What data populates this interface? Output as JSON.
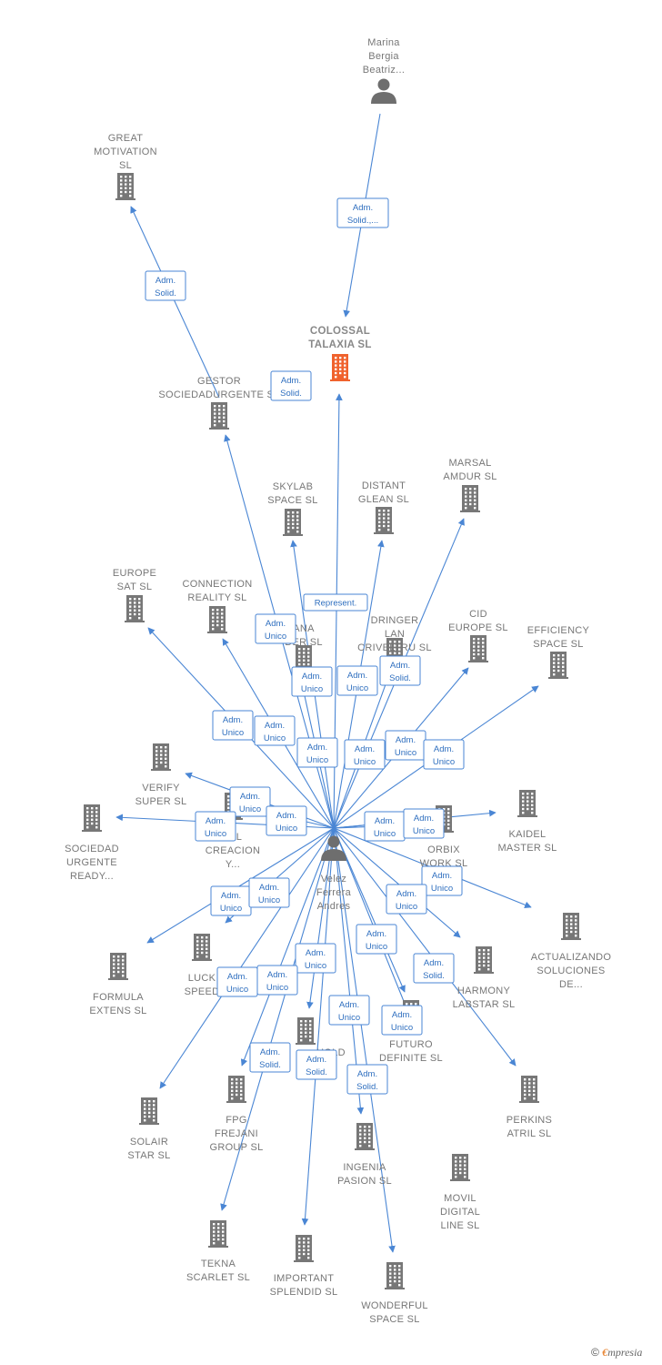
{
  "colors": {
    "edge": "#4a86d4",
    "building": "#777777",
    "main_building": "#f0622d",
    "person": "#6e6e6e"
  },
  "copyright": {
    "symbol": "©",
    "brand_e": "€",
    "brand_rest": "mpresia"
  },
  "nodes": [
    {
      "id": "marina",
      "type": "person",
      "lines": [
        "Marina",
        "Bergia",
        "Beatriz..."
      ]
    },
    {
      "id": "colossal",
      "type": "main",
      "lines": [
        "COLOSSAL",
        "TALAXIA  SL"
      ]
    },
    {
      "id": "great",
      "type": "company",
      "lines": [
        "GREAT",
        "MOTIVATION",
        "SL"
      ]
    },
    {
      "id": "gestor",
      "type": "company",
      "lines": [
        "GESTOR",
        "SOCIEDADURGENTE  SL"
      ]
    },
    {
      "id": "velez",
      "type": "person",
      "lines": [
        "Velez",
        "Ferrera",
        "Andres"
      ]
    },
    {
      "id": "skylab",
      "type": "company",
      "lines": [
        "SKYLAB",
        "SPACE  SL"
      ]
    },
    {
      "id": "distant",
      "type": "company",
      "lines": [
        "DISTANT",
        "GLEAN  SL"
      ]
    },
    {
      "id": "marsal",
      "type": "company",
      "lines": [
        "MARSAL",
        "AMDUR  SL"
      ]
    },
    {
      "id": "europesat",
      "type": "company",
      "lines": [
        "EUROPE",
        "SAT  SL"
      ]
    },
    {
      "id": "connection",
      "type": "company",
      "lines": [
        "CONNECTION",
        "REALITY  SL"
      ]
    },
    {
      "id": "ana",
      "type": "company",
      "lines": [
        "ANA",
        "DER  SL"
      ]
    },
    {
      "id": "dringer",
      "type": "company",
      "lines": [
        "DRINGER",
        "LAN",
        "CRIVELTRU  SL"
      ]
    },
    {
      "id": "cid",
      "type": "company",
      "lines": [
        "CID",
        "EUROPE  SL"
      ]
    },
    {
      "id": "efficiency",
      "type": "company",
      "lines": [
        "EFFICIENCY",
        "SPACE  SL"
      ]
    },
    {
      "id": "verify",
      "type": "company",
      "lines": [
        "VERIFY",
        "SUPER  SL"
      ]
    },
    {
      "id": "sociedad",
      "type": "company",
      "lines": [
        "SOCIEDAD",
        "URGENTE",
        "READY..."
      ]
    },
    {
      "id": "creacion",
      "type": "company",
      "lines": [
        "TAL",
        "CREACION",
        "Y..."
      ]
    },
    {
      "id": "orbix",
      "type": "company",
      "lines": [
        "ORBIX",
        "WORK  SL"
      ]
    },
    {
      "id": "kaidel",
      "type": "company",
      "lines": [
        "KAIDEL",
        "MASTER  SL"
      ]
    },
    {
      "id": "actualizando",
      "type": "company",
      "lines": [
        "ACTUALIZANDO",
        "SOLUCIONES",
        "DE..."
      ]
    },
    {
      "id": "formula",
      "type": "company",
      "lines": [
        "FORMULA",
        "EXTENS  SL"
      ]
    },
    {
      "id": "luck",
      "type": "company",
      "lines": [
        "LUCK",
        "SPEED"
      ]
    },
    {
      "id": "harmony",
      "type": "company",
      "lines": [
        "HARMONY",
        "LABSTAR SL"
      ]
    },
    {
      "id": "futuro",
      "type": "company",
      "lines": [
        "FUTURO",
        "DEFINITE  SL"
      ]
    },
    {
      "id": "hold",
      "type": "company",
      "lines": [
        "HOLD"
      ]
    },
    {
      "id": "perkins",
      "type": "company",
      "lines": [
        "PERKINS",
        "ATRIL  SL"
      ]
    },
    {
      "id": "solair",
      "type": "company",
      "lines": [
        "SOLAIR",
        "STAR  SL"
      ]
    },
    {
      "id": "fpg",
      "type": "company",
      "lines": [
        "FPG",
        "FREJANI",
        "GROUP  SL"
      ]
    },
    {
      "id": "ingenia",
      "type": "company",
      "lines": [
        "INGENIA",
        "PASION  SL"
      ]
    },
    {
      "id": "movil",
      "type": "company",
      "lines": [
        "MOVIL",
        "DIGITAL",
        "LINE SL"
      ]
    },
    {
      "id": "tekna",
      "type": "company",
      "lines": [
        "TEKNA",
        "SCARLET  SL"
      ]
    },
    {
      "id": "important",
      "type": "company",
      "lines": [
        "IMPORTANT",
        "SPLENDID  SL"
      ]
    },
    {
      "id": "wonderful",
      "type": "company",
      "lines": [
        "WONDERFUL",
        "SPACE  SL"
      ]
    }
  ],
  "edge_labels": [
    [
      "Adm.",
      "Solid.,..."
    ],
    [
      "Adm.",
      "Solid."
    ],
    [
      "Adm.",
      "Solid."
    ],
    [
      "Represent."
    ],
    [
      "Adm.",
      "Unico"
    ],
    [
      "Adm.",
      "Unico"
    ],
    [
      "Adm.",
      "Unico"
    ],
    [
      "Adm.",
      "Solid."
    ],
    [
      "Adm.",
      "Unico"
    ],
    [
      "Adm.",
      "Unico"
    ],
    [
      "Adm.",
      "Unico"
    ],
    [
      "Adm.",
      "Unico"
    ],
    [
      "Adm.",
      "Unico"
    ],
    [
      "Adm.",
      "Unico"
    ],
    [
      "Adm.",
      "Unico"
    ],
    [
      "Adm.",
      "Unico"
    ],
    [
      "Adm.",
      "Unico"
    ],
    [
      "Adm.",
      "Unico"
    ],
    [
      "Adm.",
      "Unico"
    ],
    [
      "Adm.",
      "Unico"
    ],
    [
      "Adm.",
      "Unico"
    ],
    [
      "Adm.",
      "Unico"
    ],
    [
      "Adm.",
      "Unico"
    ],
    [
      "Adm.",
      "Unico"
    ],
    [
      "Adm.",
      "Unico"
    ],
    [
      "Adm.",
      "Solid."
    ],
    [
      "Adm.",
      "Unico"
    ],
    [
      "Adm.",
      "Unico"
    ],
    [
      "Adm.",
      "Solid."
    ],
    [
      "Adm.",
      "Unico"
    ],
    [
      "Adm.",
      "Unico"
    ],
    [
      "Adm.",
      "Solid."
    ],
    [
      "Adm.",
      "Solid."
    ]
  ]
}
